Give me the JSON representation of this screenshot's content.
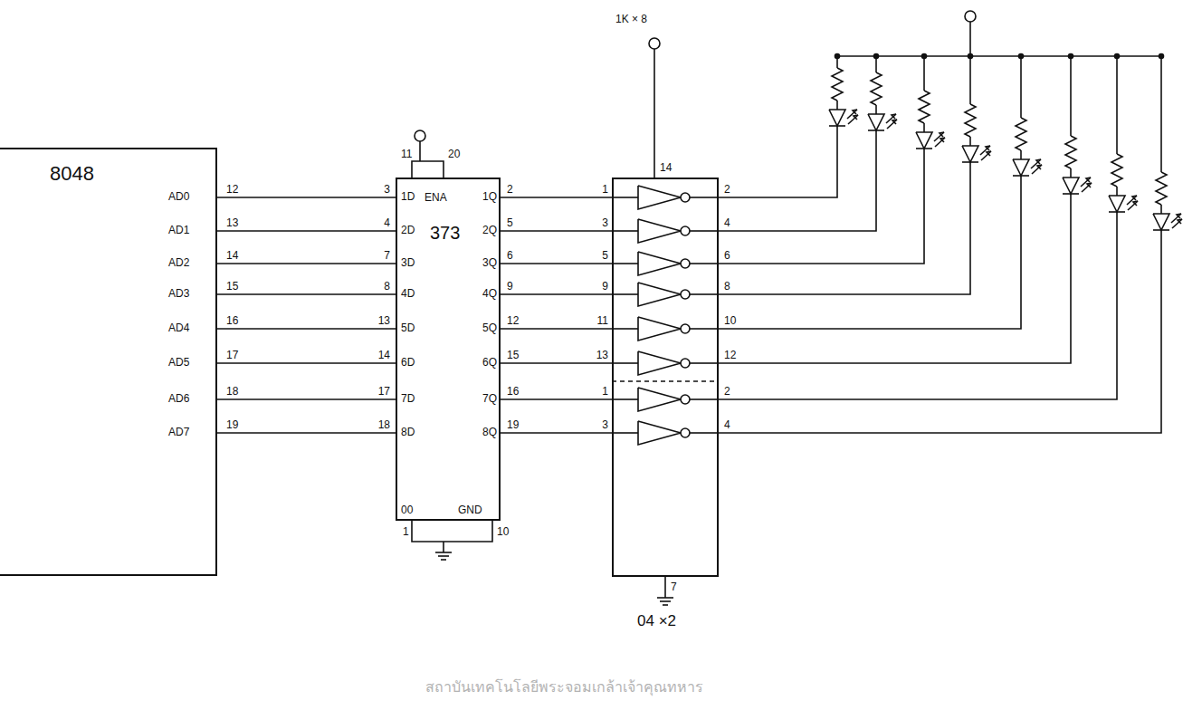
{
  "diagram": {
    "nodes": [
      {
        "text": [
          "8048"
        ]
      },
      {
        "text": [
          "373"
        ]
      },
      {
        "text": [
          "04 ×2"
        ]
      }
    ],
    "edges": [
      {
        "from": 0,
        "to": 1,
        "arrow": "none"
      },
      {
        "from": 0,
        "to": 1,
        "arrow": "none"
      },
      {
        "from": 0,
        "to": 1,
        "arrow": "none"
      },
      {
        "from": 0,
        "to": 1,
        "arrow": "none"
      },
      {
        "from": 0,
        "to": 1,
        "arrow": "none"
      },
      {
        "from": 0,
        "to": 1,
        "arrow": "none"
      },
      {
        "from": 0,
        "to": 1,
        "arrow": "none"
      },
      {
        "from": 0,
        "to": 1,
        "arrow": "none"
      },
      {
        "from": 1,
        "to": 2,
        "arrow": "none"
      },
      {
        "from": 1,
        "to": 2,
        "arrow": "none"
      },
      {
        "from": 1,
        "to": 2,
        "arrow": "none"
      },
      {
        "from": 1,
        "to": 2,
        "arrow": "none"
      },
      {
        "from": 1,
        "to": 2,
        "arrow": "none"
      },
      {
        "from": 1,
        "to": 2,
        "arrow": "none"
      },
      {
        "from": 1,
        "to": 2,
        "arrow": "none"
      },
      {
        "from": 1,
        "to": 2,
        "arrow": "none"
      }
    ],
    "labels": [
      "AD0",
      "AD1",
      "AD2",
      "AD3",
      "AD4",
      "AD5",
      "AD6",
      "AD7",
      "12",
      "13",
      "14",
      "15",
      "16",
      "17",
      "18",
      "19",
      "3",
      "4",
      "7",
      "8",
      "13",
      "14",
      "17",
      "18",
      "1D",
      "2D",
      "3D",
      "4D",
      "5D",
      "6D",
      "7D",
      "8D",
      "ENA",
      "1Q",
      "2Q",
      "3Q",
      "4Q",
      "5Q",
      "6Q",
      "7Q",
      "8Q",
      "2",
      "5",
      "6",
      "9",
      "12",
      "15",
      "16",
      "19",
      "11",
      "20",
      "00",
      "GND",
      "1",
      "10",
      "1",
      "3",
      "5",
      "9",
      "11",
      "13",
      "1",
      "3",
      "2",
      "4",
      "6",
      "8",
      "10",
      "12",
      "2",
      "4",
      "14",
      "7",
      "1K × 8",
      "สถาบันเทคโนโลยีพระจอมเกล้าเจ้าคุณทหาร"
    ]
  }
}
